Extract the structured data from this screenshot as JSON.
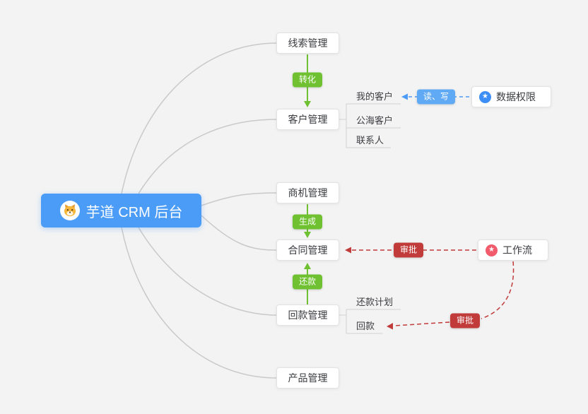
{
  "root": {
    "label": "芋道 CRM 后台"
  },
  "modules": {
    "leads": {
      "label": "线索管理"
    },
    "customers": {
      "label": "客户管理"
    },
    "opportunities": {
      "label": "商机管理"
    },
    "contracts": {
      "label": "合同管理"
    },
    "payments": {
      "label": "回款管理"
    },
    "products": {
      "label": "产品管理"
    }
  },
  "customer_children": {
    "my_customers": {
      "label": "我的客户"
    },
    "public_customers": {
      "label": "公海客户"
    },
    "contacts": {
      "label": "联系人"
    }
  },
  "payment_children": {
    "payment_plan": {
      "label": "还款计划"
    },
    "payment": {
      "label": "回款"
    }
  },
  "edge_labels": {
    "convert": {
      "label": "转化"
    },
    "generate": {
      "label": "生成"
    },
    "repay": {
      "label": "还款"
    },
    "read_write": {
      "label": "读、写"
    },
    "approve_contract": {
      "label": "审批"
    },
    "approve_payment": {
      "label": "审批"
    }
  },
  "external": {
    "data_permission": {
      "label": "数据权限"
    },
    "workflow": {
      "label": "工作流"
    }
  },
  "icons": {
    "star_glyph": "★"
  },
  "colors": {
    "background": "#f3f3f3",
    "root_blue": "#4b9cf6",
    "branch_gray": "#c9c9c9",
    "green": "#6fc131",
    "blue_badge": "#5fa9f5",
    "blue_dashed": "#4c9bf7",
    "red": "#c23b3b",
    "data_permission_icon": "#3d8ef7",
    "workflow_icon": "#f15b6c"
  }
}
